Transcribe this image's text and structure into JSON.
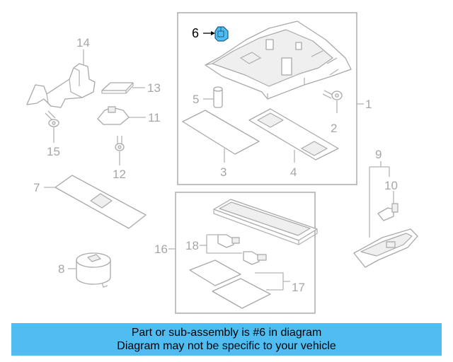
{
  "callouts": {
    "c1": "1",
    "c2": "2",
    "c3": "3",
    "c4": "4",
    "c5": "5",
    "c6": "6",
    "c7": "7",
    "c8": "8",
    "c9": "9",
    "c10": "10",
    "c11": "11",
    "c12": "12",
    "c13": "13",
    "c14": "14",
    "c15": "15",
    "c16": "16",
    "c17": "17",
    "c18": "18"
  },
  "highlighted_part": "6",
  "colors": {
    "highlight": "#4fbdf2",
    "banner": "#4fbdf2",
    "line": "#b4b4b4"
  },
  "banner": {
    "line1": "Part or sub-assembly is #6 in diagram",
    "line2": "Diagram may not be specific to your vehicle"
  }
}
